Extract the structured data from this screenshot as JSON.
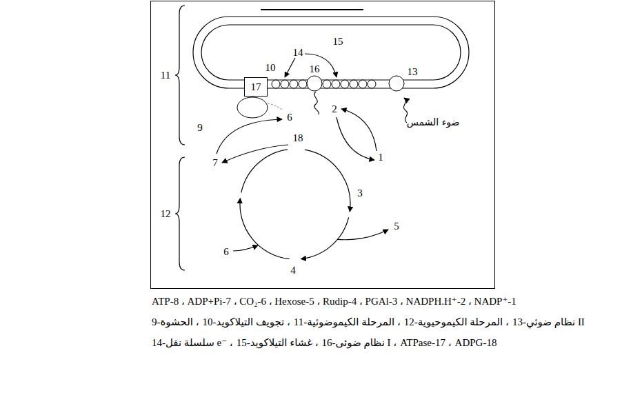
{
  "diagram": {
    "nodes": [
      {
        "text": [
          "17"
        ]
      }
    ],
    "labels": [
      "15",
      "11",
      "10",
      "14",
      "16",
      "13",
      "9",
      "6",
      "2",
      "ضوء الشمس",
      "18",
      "7",
      "1",
      "3",
      "12",
      "5",
      "4",
      "6",
      "ATP-8 ، ADP+Pi-7 ، CO₂-6 ، Hexose-5 ، Rudip-4 ، PGAl-3 ، NADPH.H⁺-2 ، NADP⁺-1",
      "9-الحشوة ،",
      "10-تجويف التيلاكويد ،",
      "11-المرحلة الكيموضوئية ،",
      "12-المرحلة الكيموحيوية ،",
      "13-نظام ضوئي II",
      "14-سلسلة نقل e⁻ ،",
      "15-غشاء التيلاكويد ،",
      "16-نظام ضوئى I ،",
      "ATPase-17 ،",
      "ADPG-18"
    ]
  }
}
